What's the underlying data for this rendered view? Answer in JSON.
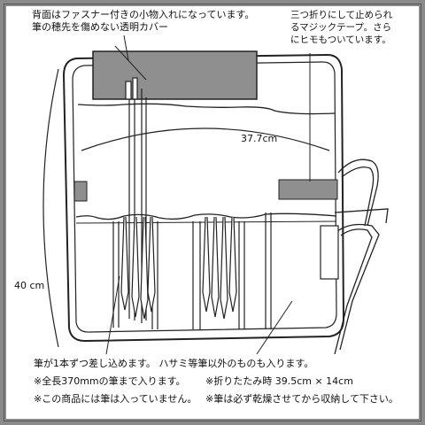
{
  "annotations": {
    "back_pocket_line1": "背面はファスナー付きの小物入れになっています。",
    "back_pocket_line2": "筆の穂先を傷めない透明カバー",
    "velcro_line1": "三つ折りにして止められ",
    "velcro_line2": "るマジックテープ。さら",
    "velcro_line3": "にヒモもついています。",
    "width_label": "37.7cm",
    "height_label": "40 cm",
    "slots_note": "筆が1本ずつ差し込めます。 ハサミ等筆以外のものも入ります。",
    "length_note": "※全長370mmの筆まで入ります。",
    "folded_note": "※折りたたみ時 39.5cm × 14cm",
    "no_brush_note": "※この商品には筆は入っていません。",
    "dry_note": "※筆は必ず乾燥させてから収納して下さい。"
  },
  "colors": {
    "accent_gray": "#8f8f8f",
    "frame_gray": "#8a8a8a",
    "line": "#222222"
  }
}
